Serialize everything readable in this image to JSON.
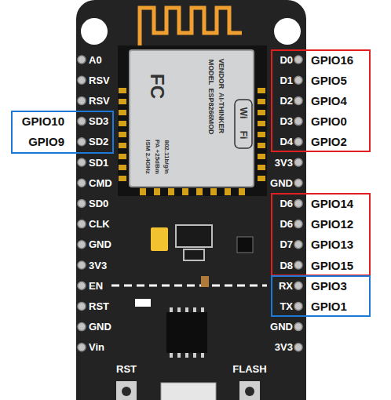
{
  "diagram": {
    "nodes": [
      {
        "text": [
          "D0",
          "GPIO16",
          "D1",
          "GPIO5",
          "D2",
          "GPIO4",
          "D3",
          "GPIO0",
          "D4",
          "GPIO2"
        ]
      },
      {
        "text": [
          "GPIO10",
          "SD3",
          "GPIO9",
          "SD2"
        ]
      },
      {
        "text": [
          "D6",
          "GPIO14",
          "D6",
          "GPIO12",
          "D7",
          "GPIO13",
          "D8",
          "GPIO15"
        ]
      },
      {
        "text": [
          "RX",
          "GPIO3",
          "TX",
          "GPIO1"
        ]
      }
    ],
    "labels": [
      "A0",
      "RSV",
      "RSV",
      "SD1",
      "CMD",
      "SD0",
      "CLK",
      "GND",
      "3V3",
      "EN",
      "RST",
      "GND",
      "Vin",
      "3V3",
      "GND",
      "GND",
      "3V3",
      "RST",
      "FLASH",
      "FC",
      "MODEL",
      "ESP8266MOD",
      "VENDOR",
      "AI-THINKER",
      "ISM 2.4GHz",
      "PA +25dBm",
      "802.11b/g/n",
      "Wi",
      "Fi"
    ]
  }
}
